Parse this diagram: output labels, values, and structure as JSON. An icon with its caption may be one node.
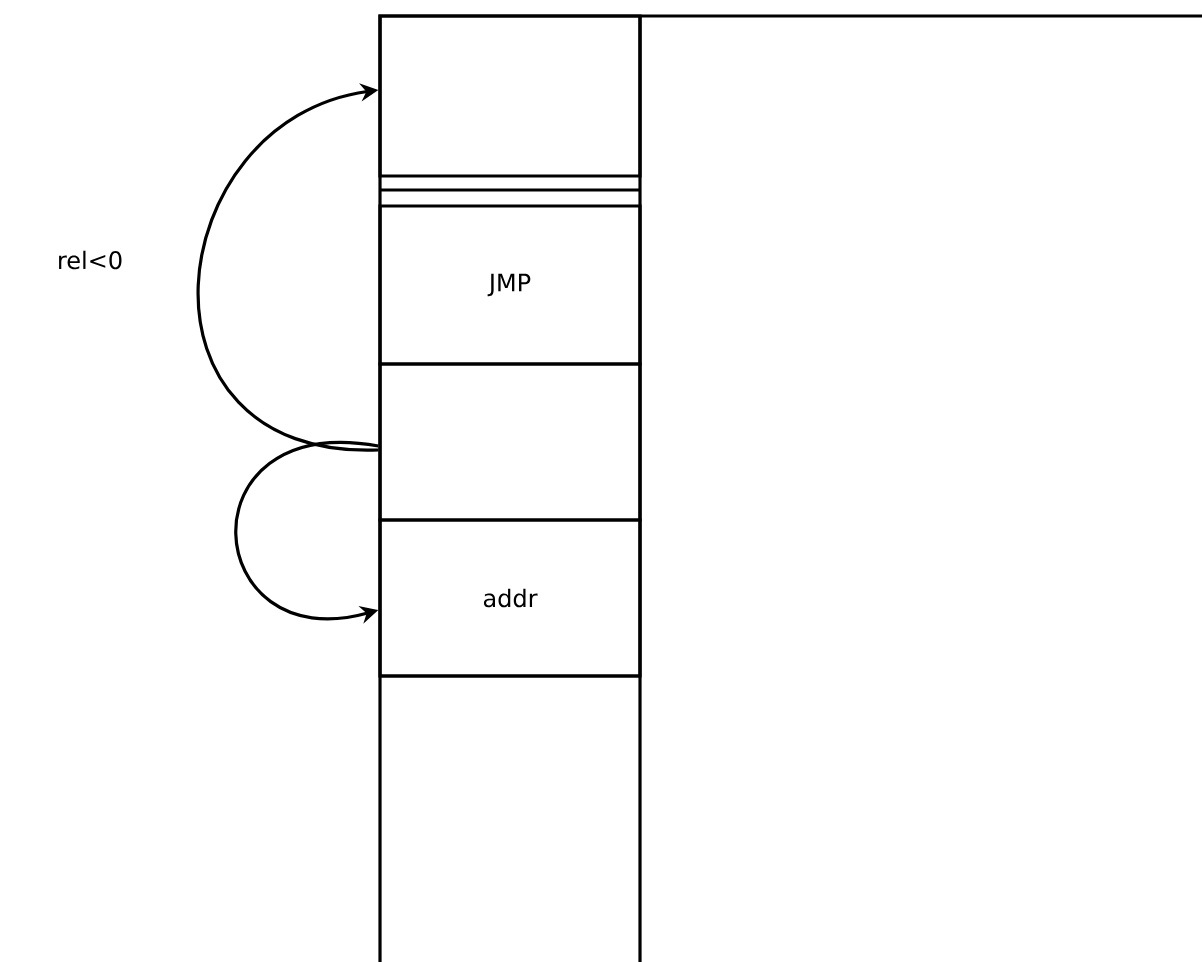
{
  "diagram": {
    "nodes": [
      {
        "text": [],
        "shape": "box"
      },
      {
        "text": [
          "JMP"
        ]
      },
      {
        "text": [],
        "shape": "box"
      },
      {
        "text": [
          "addr"
        ]
      }
    ],
    "edges": [
      {
        "from": 2,
        "to": 0,
        "arrow": "to",
        "label": "rel<0"
      },
      {
        "from": 2,
        "to": 3,
        "arrow": "to"
      }
    ]
  }
}
